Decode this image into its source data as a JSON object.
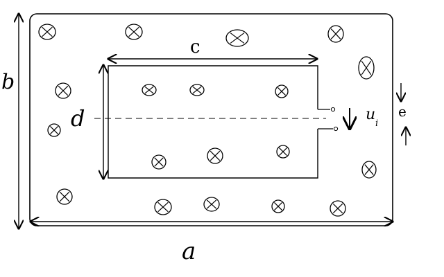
{
  "labels": {
    "a": "a",
    "b": "b",
    "c": "c",
    "d": "d",
    "e": "e",
    "u_i": "u",
    "u_i_sub": "i"
  },
  "symbols": {
    "field_marker": "into-page-cross-circle"
  }
}
